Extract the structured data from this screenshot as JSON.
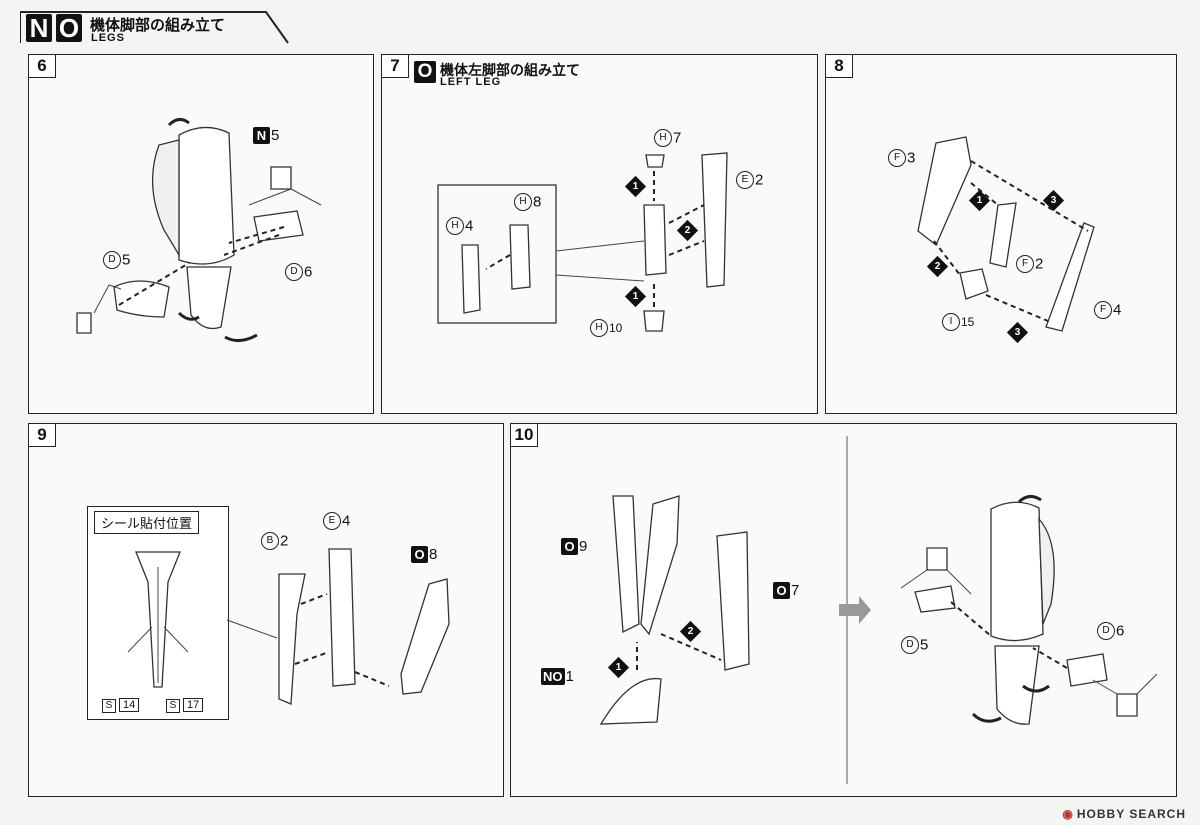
{
  "header": {
    "badges": [
      "N",
      "O"
    ],
    "title": "機体脚部の組み立て",
    "subtitle": "LEGS"
  },
  "steps": {
    "s6": {
      "number": "6",
      "parts": {
        "n5": {
          "letter": "N",
          "num": "5"
        },
        "d5": {
          "letter": "D",
          "num": "5"
        },
        "d6": {
          "letter": "D",
          "num": "6"
        }
      }
    },
    "s7": {
      "number": "7",
      "badge": "O",
      "title": "機体左脚部の組み立て",
      "subtitle": "LEFT LEG",
      "parts": {
        "h7": {
          "letter": "H",
          "num": "7"
        },
        "e2": {
          "letter": "E",
          "num": "2"
        },
        "h4": {
          "letter": "H",
          "num": "4"
        },
        "h8": {
          "letter": "H",
          "num": "8"
        },
        "h10": {
          "letter": "H",
          "num": "10"
        }
      },
      "order": [
        "1",
        "2",
        "1"
      ]
    },
    "s8": {
      "number": "8",
      "parts": {
        "f3": {
          "letter": "F",
          "num": "3"
        },
        "f2": {
          "letter": "F",
          "num": "2"
        },
        "i15": {
          "letter": "I",
          "num": "15"
        },
        "f4": {
          "letter": "F",
          "num": "4"
        }
      },
      "order": [
        "1",
        "3",
        "2",
        "3"
      ]
    },
    "s9": {
      "number": "9",
      "sticker_title": "シール貼付位置",
      "stickers": [
        {
          "sheet": "S",
          "num": "14"
        },
        {
          "sheet": "S",
          "num": "17"
        }
      ],
      "parts": {
        "b2": {
          "letter": "B",
          "num": "2"
        },
        "e4": {
          "letter": "E",
          "num": "4"
        },
        "o8": {
          "letter": "O",
          "num": "8"
        }
      }
    },
    "s10": {
      "number": "10",
      "parts": {
        "o9": {
          "letter": "O",
          "num": "9"
        },
        "o7": {
          "letter": "O",
          "num": "7"
        },
        "no1": {
          "letters": "NO",
          "num": "1"
        },
        "d5": {
          "letter": "D",
          "num": "5"
        },
        "d6": {
          "letter": "D",
          "num": "6"
        }
      },
      "order": [
        "2",
        "1"
      ]
    }
  },
  "footer": {
    "brand": "HOBBY SEARCH"
  }
}
